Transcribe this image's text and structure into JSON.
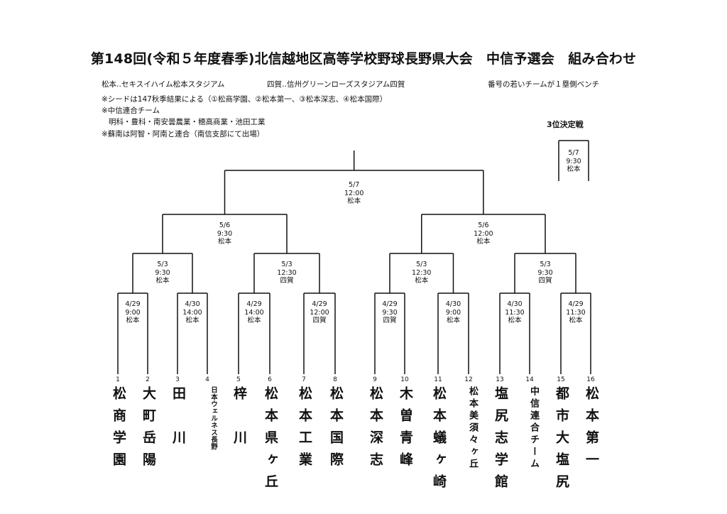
{
  "header": {
    "title": "第148回(令和５年度春季)北信越地区高等学校野球長野県大会　中信予選会　組み合わせ"
  },
  "notes": {
    "venue_matsumoto": "松本‥セキスイハイム松本スタジアム",
    "venue_shiga": "四賀‥信州グリーンローズスタジアム四賀",
    "bench": "番号の若いチームが１塁側ベンチ",
    "seed": "※シードは147秋季結果による（①松商学園、②松本第一、③松本深志、④松本国際）",
    "rengo_title": "※中信連合チーム",
    "rengo_members": "明科・豊科・南安曇農業・穂高商業・池田工業",
    "sonan": "※蘇南は阿智・阿南と連合（南信支部にて出場）"
  },
  "third_place": {
    "label": "3位決定戦",
    "date": "5/7",
    "time": "9:30",
    "venue": "松本"
  },
  "final": {
    "date": "5/7",
    "time": "12:00",
    "venue": "松本"
  },
  "semifinals": [
    {
      "date": "5/6",
      "time": "9:30",
      "venue": "松本"
    },
    {
      "date": "5/6",
      "time": "12:00",
      "venue": "松本"
    }
  ],
  "quarterfinals": [
    {
      "date": "5/3",
      "time": "9:30",
      "venue": "松本"
    },
    {
      "date": "5/3",
      "time": "12:30",
      "venue": "四賀"
    },
    {
      "date": "5/3",
      "time": "12:30",
      "venue": "松本"
    },
    {
      "date": "5/3",
      "time": "9:30",
      "venue": "四賀"
    }
  ],
  "first_round": [
    {
      "date": "4/29",
      "time": "9:00",
      "venue": "松本"
    },
    {
      "date": "4/30",
      "time": "14:00",
      "venue": "松本"
    },
    {
      "date": "4/29",
      "time": "14:00",
      "venue": "松本"
    },
    {
      "date": "4/29",
      "time": "12:00",
      "venue": "四賀"
    },
    {
      "date": "4/29",
      "time": "9:30",
      "venue": "四賀"
    },
    {
      "date": "4/30",
      "time": "9:00",
      "venue": "松本"
    },
    {
      "date": "4/30",
      "time": "11:30",
      "venue": "松本"
    },
    {
      "date": "4/29",
      "time": "11:30",
      "venue": "松本"
    }
  ],
  "teams": [
    {
      "seed": "1",
      "name": "松商学園"
    },
    {
      "seed": "2",
      "name": "大町岳陽"
    },
    {
      "seed": "3",
      "name": "田　川"
    },
    {
      "seed": "4",
      "name": "日本ウェルネス長野"
    },
    {
      "seed": "5",
      "name": "梓　川"
    },
    {
      "seed": "6",
      "name": "松本県ヶ丘"
    },
    {
      "seed": "7",
      "name": "松本工業"
    },
    {
      "seed": "8",
      "name": "松本国際"
    },
    {
      "seed": "9",
      "name": "松本深志"
    },
    {
      "seed": "10",
      "name": "木曽青峰"
    },
    {
      "seed": "11",
      "name": "松本蟻ヶ崎"
    },
    {
      "seed": "12",
      "name": "松本美須々ヶ丘"
    },
    {
      "seed": "13",
      "name": "塩尻志学館"
    },
    {
      "seed": "14",
      "name": "中信連合チーム"
    },
    {
      "seed": "15",
      "name": "都市大塩尻"
    },
    {
      "seed": "16",
      "name": "松本第一"
    }
  ]
}
